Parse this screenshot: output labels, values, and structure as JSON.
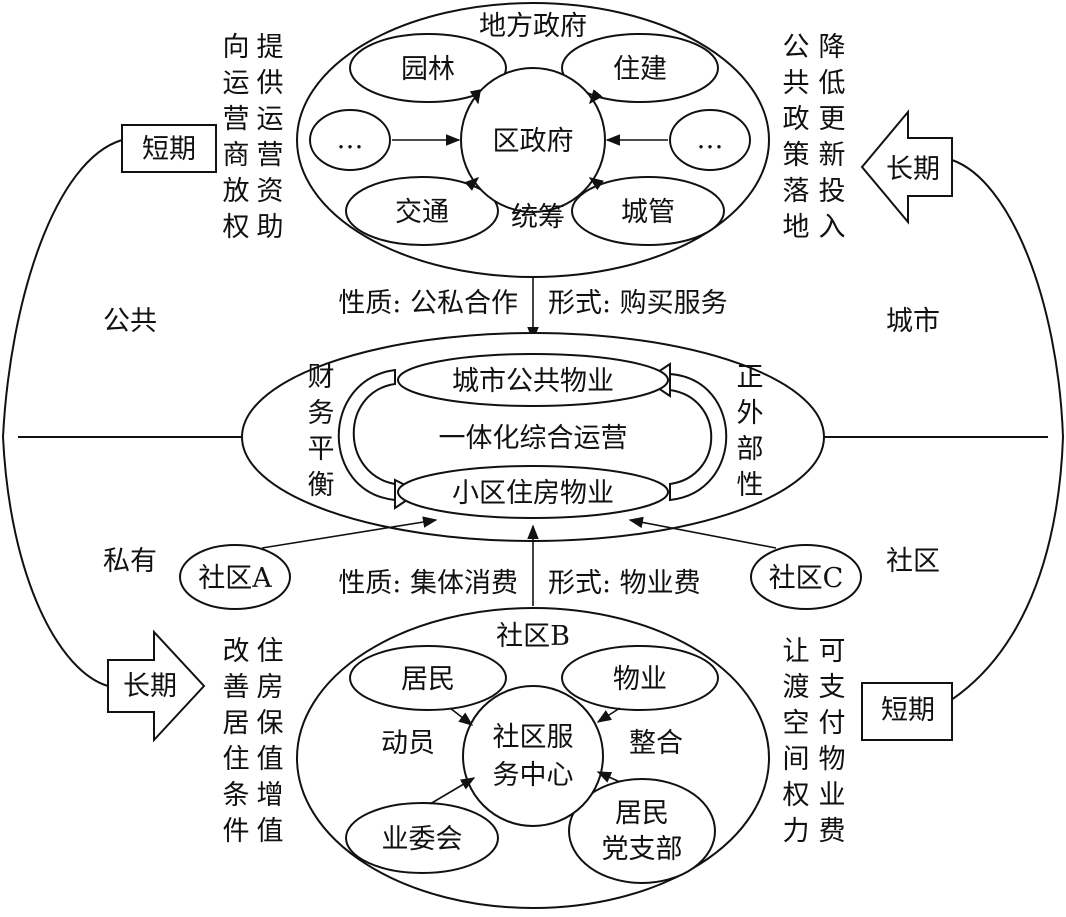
{
  "top_group": {
    "title": "地方政府",
    "center": "区政府",
    "nodes": [
      "园林",
      "住建",
      "…",
      "…",
      "交通",
      "城管"
    ],
    "coordinate_label": "统筹"
  },
  "bottom_group": {
    "title": "社区B",
    "center_line1": "社区服",
    "center_line2": "务中心",
    "nodes": [
      "居民",
      "物业",
      "业委会"
    ],
    "party_line1": "居民",
    "party_line2": "党支部",
    "left_label": "动员",
    "right_label": "整合"
  },
  "middle": {
    "top_box": "城市公共物业",
    "center_text": "一体化综合运营",
    "bottom_box": "小区住房物业",
    "left_vertical": "财务平衡",
    "right_vertical": "正外部性"
  },
  "relations": {
    "top_nature": "性质: 公私合作",
    "top_form": "形式: 购买服务",
    "bottom_nature": "性质: 集体消费",
    "bottom_form": "形式: 物业费"
  },
  "communities": {
    "a": "社区A",
    "c": "社区C"
  },
  "quadrants": {
    "public": "公共",
    "city": "城市",
    "private": "私有",
    "community": "社区"
  },
  "arrows": {
    "top_left": "短期",
    "top_right": "长期",
    "bottom_left": "长期",
    "bottom_right": "短期"
  },
  "vertical_text": {
    "top_left_outer": "向运营商放权",
    "top_left_inner": "提供运营资助",
    "top_right_inner": "公共政策落地",
    "top_right_outer": "降低更新投入",
    "bottom_left_outer": "改善居住条件",
    "bottom_left_inner": "住房保值增值",
    "bottom_right_inner": "让渡空间权力",
    "bottom_right_outer": "可支付物业费"
  }
}
